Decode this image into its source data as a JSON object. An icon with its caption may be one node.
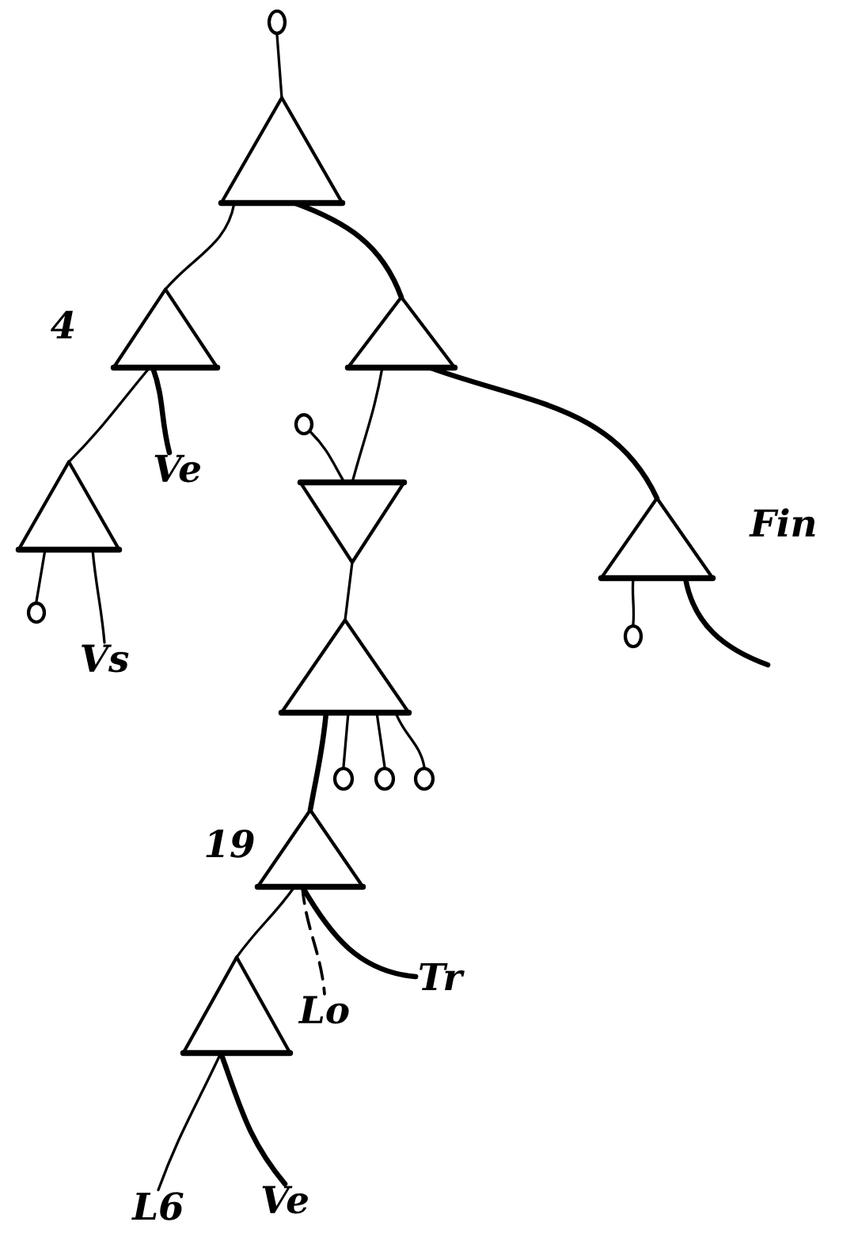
{
  "diagram": {
    "nodes": [
      {
        "text": [],
        "shape": "circle"
      },
      {
        "text": [],
        "shape": "triangle"
      },
      {
        "text": [],
        "shape": "triangle",
        "beside": [
          "4"
        ]
      },
      {
        "text": [],
        "shape": "triangle"
      },
      {
        "text": [],
        "shape": "triangle"
      },
      {
        "text": [],
        "shape": "circle"
      },
      {
        "text": [
          "Vs"
        ]
      },
      {
        "text": [
          "Ve"
        ]
      },
      {
        "text": [],
        "shape": "circle"
      },
      {
        "text": [],
        "shape": "triangle"
      },
      {
        "text": [],
        "shape": "triangle"
      },
      {
        "text": [],
        "shape": "circle"
      },
      {
        "text": [],
        "shape": "circle"
      },
      {
        "text": [],
        "shape": "circle"
      },
      {
        "text": [],
        "shape": "triangle",
        "beside": [
          "19"
        ]
      },
      {
        "text": [
          "Lo"
        ]
      },
      {
        "text": [
          "Tr"
        ]
      },
      {
        "text": [],
        "shape": "triangle"
      },
      {
        "text": [
          "L6"
        ]
      },
      {
        "text": [
          "Ve"
        ]
      },
      {
        "text": [],
        "shape": "triangle",
        "beside": [
          "Fin"
        ]
      },
      {
        "text": [],
        "shape": "circle"
      }
    ],
    "edges": [
      {
        "from": 0,
        "to": 1,
        "arrow": "none"
      },
      {
        "from": 1,
        "to": 2,
        "arrow": "none"
      },
      {
        "from": 1,
        "to": 3,
        "arrow": "none",
        "style": "thick"
      },
      {
        "from": 2,
        "to": 4,
        "arrow": "none"
      },
      {
        "from": 2,
        "to": 7,
        "arrow": "none",
        "style": "thick"
      },
      {
        "from": 4,
        "to": 5,
        "arrow": "none"
      },
      {
        "from": 4,
        "to": 6,
        "arrow": "none"
      },
      {
        "from": 3,
        "to": 9,
        "arrow": "none"
      },
      {
        "from": 8,
        "to": 9,
        "arrow": "none"
      },
      {
        "from": 3,
        "to": 20,
        "arrow": "none",
        "style": "thick"
      },
      {
        "from": 9,
        "to": 10,
        "arrow": "none"
      },
      {
        "from": 10,
        "to": 11,
        "arrow": "none"
      },
      {
        "from": 10,
        "to": 12,
        "arrow": "none"
      },
      {
        "from": 10,
        "to": 13,
        "arrow": "none"
      },
      {
        "from": 10,
        "to": 14,
        "arrow": "none",
        "style": "thick"
      },
      {
        "from": 14,
        "to": 17,
        "arrow": "none"
      },
      {
        "from": 14,
        "to": 15,
        "arrow": "none",
        "style": "dashed"
      },
      {
        "from": 14,
        "to": 16,
        "arrow": "none",
        "style": "thick"
      },
      {
        "from": 17,
        "to": 18,
        "arrow": "none"
      },
      {
        "from": 17,
        "to": 19,
        "arrow": "none",
        "style": "thick"
      },
      {
        "from": 20,
        "to": 21,
        "arrow": "none"
      },
      {
        "from": 20,
        "to": null,
        "arrow": "none",
        "style": "thick"
      }
    ]
  }
}
